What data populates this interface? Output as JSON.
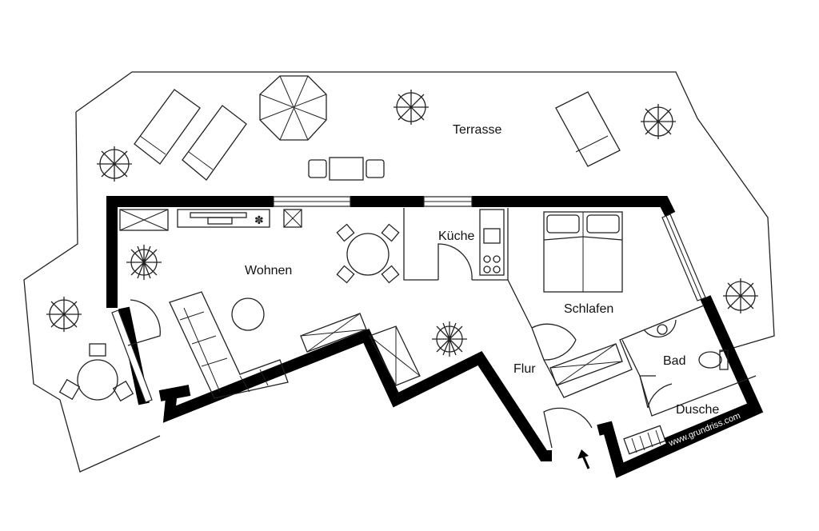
{
  "rooms": {
    "terrasse": "Terrasse",
    "wohnen": "Wohnen",
    "kueche": "Küche",
    "schlafen": "Schlafen",
    "flur": "Flur",
    "bad": "Bad",
    "dusche": "Dusche"
  },
  "watermark": "www.grundriss.com",
  "colors": {
    "wall": "#000000",
    "line": "#222222",
    "background": "#ffffff"
  }
}
